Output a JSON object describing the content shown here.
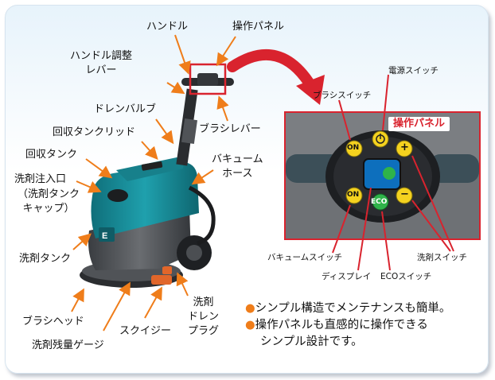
{
  "labels": {
    "handle": "ハンドル",
    "control_panel": "操作パネル",
    "handle_adjust_lever": "ハンドル調整\nレバー",
    "drain_valve": "ドレンバルブ",
    "brush_lever": "ブラシレバー",
    "recovery_tank_lid": "回収タンクリッド",
    "recovery_tank": "回収タンク",
    "vacuum_hose": "バキューム\nホース",
    "detergent_inlet": "洗剤注入口",
    "detergent_tank_cap": "（洗剤タンク\nキャップ）",
    "detergent_tank": "洗剤タンク",
    "brush_head": "ブラシヘッド",
    "squeegee": "スクイジー",
    "detergent_drain_plug": "洗剤\nドレン\nプラグ",
    "detergent_level_gauge": "洗剤残量ゲージ"
  },
  "panel": {
    "title": "操作パネル",
    "brush_switch": "ブラシスイッチ",
    "power_switch": "電源スイッチ",
    "vacuum_switch": "バキュームスイッチ",
    "display": "ディスプレイ",
    "eco_switch": "ECOスイッチ",
    "detergent_switch": "洗剤スイッチ",
    "btn_on_top": "ON",
    "btn_on_bottom": "ON",
    "btn_eco": "ECO",
    "btn_plus": "+",
    "btn_minus": "−"
  },
  "notes": {
    "line1": "シンプル構造でメンテナンスも簡単。",
    "line2": "操作パネルも直感的に操作できる",
    "line3": "シンプル設計です。",
    "bullet": "●"
  },
  "colors": {
    "arrow_orange": "#ef7d1a",
    "accent_red": "#d9232e",
    "machine_teal": "#1b8a96",
    "button_yellow": "#f4d21f",
    "button_green": "#2fb34a"
  }
}
